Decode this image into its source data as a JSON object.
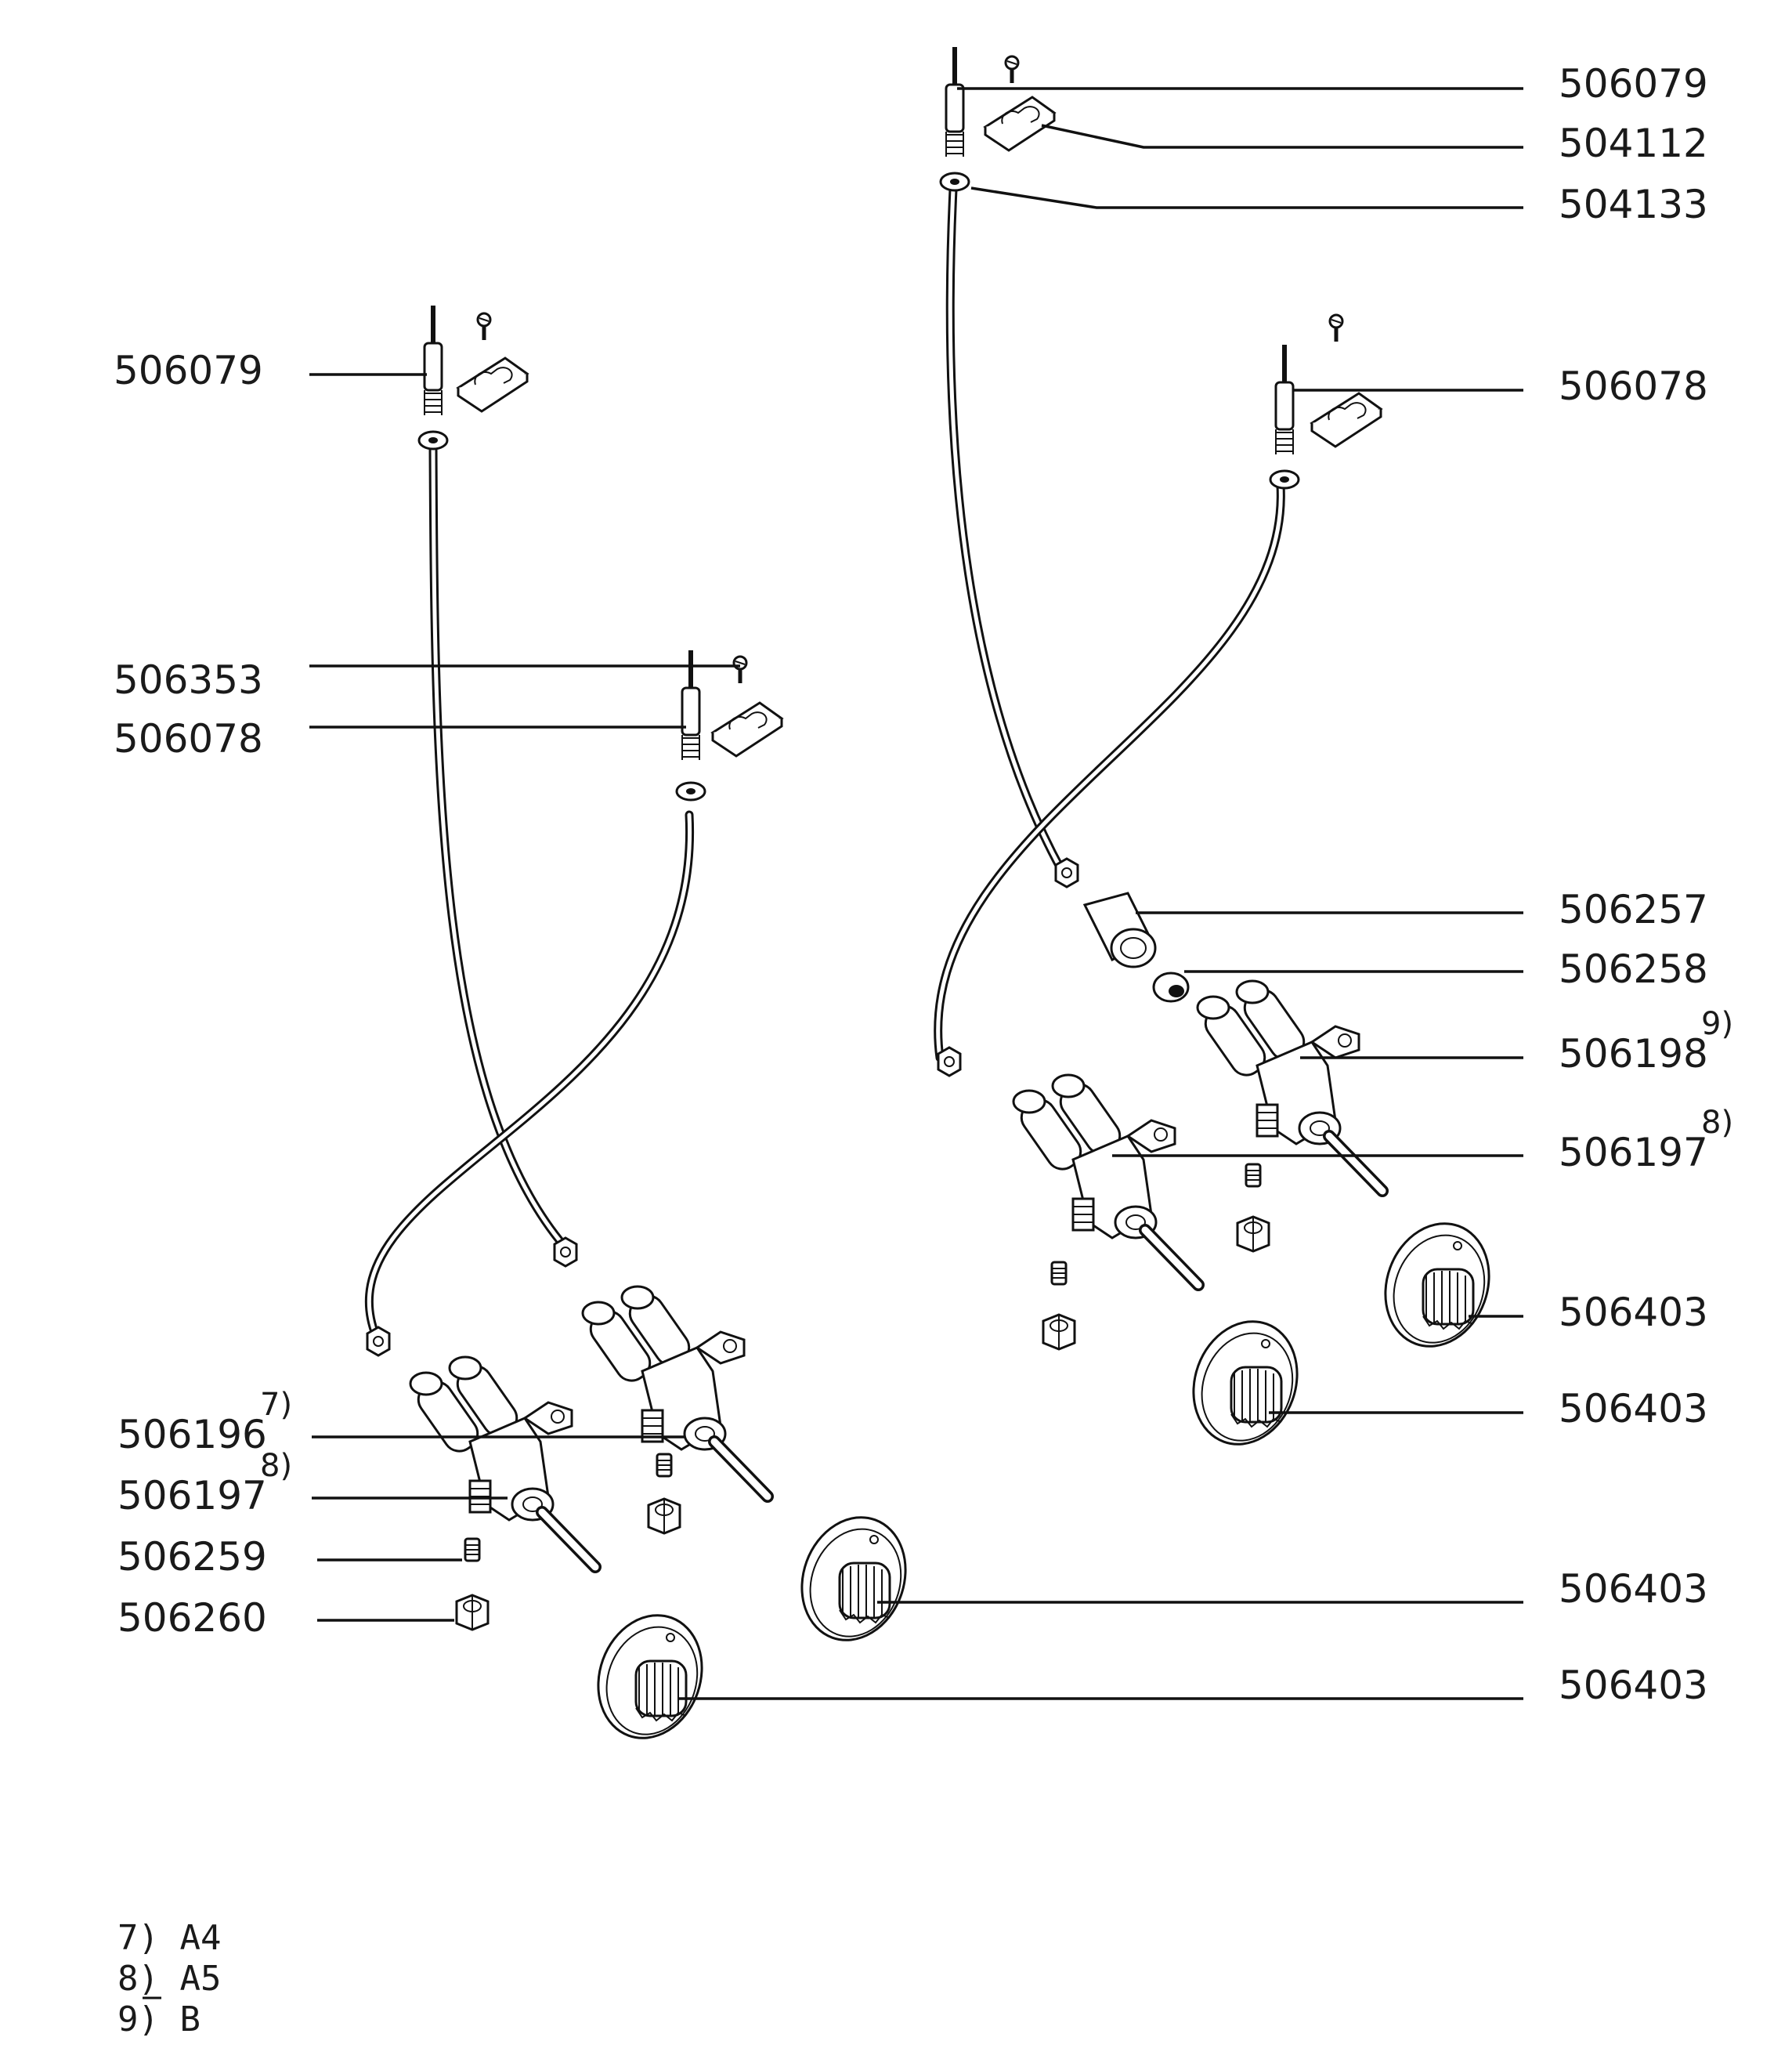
{
  "labels": {
    "a_506079": "506079",
    "a_504112": "504112",
    "a_504133": "504133",
    "b_506079": "506079",
    "b_506078": "506078",
    "c_506353": "506353",
    "c_506078": "506078",
    "r_506257": "506257",
    "r_506258": "506258",
    "r_506198": "506198",
    "r_506197": "506197",
    "r_506403_1": "506403",
    "r_506403_2": "506403",
    "l_506196": "506196",
    "l_506197": "506197",
    "l_506259": "506259",
    "l_506260": "506260",
    "l_506403_1": "506403",
    "l_506403_2": "506403"
  },
  "superscripts": {
    "r_506198": "9)",
    "r_506197": "8)",
    "l_506196": "7)",
    "l_506197": "8)"
  },
  "footnotes": {
    "n7": "7)  A4",
    "n8": "8)  A5",
    "n9": "9)  B"
  }
}
